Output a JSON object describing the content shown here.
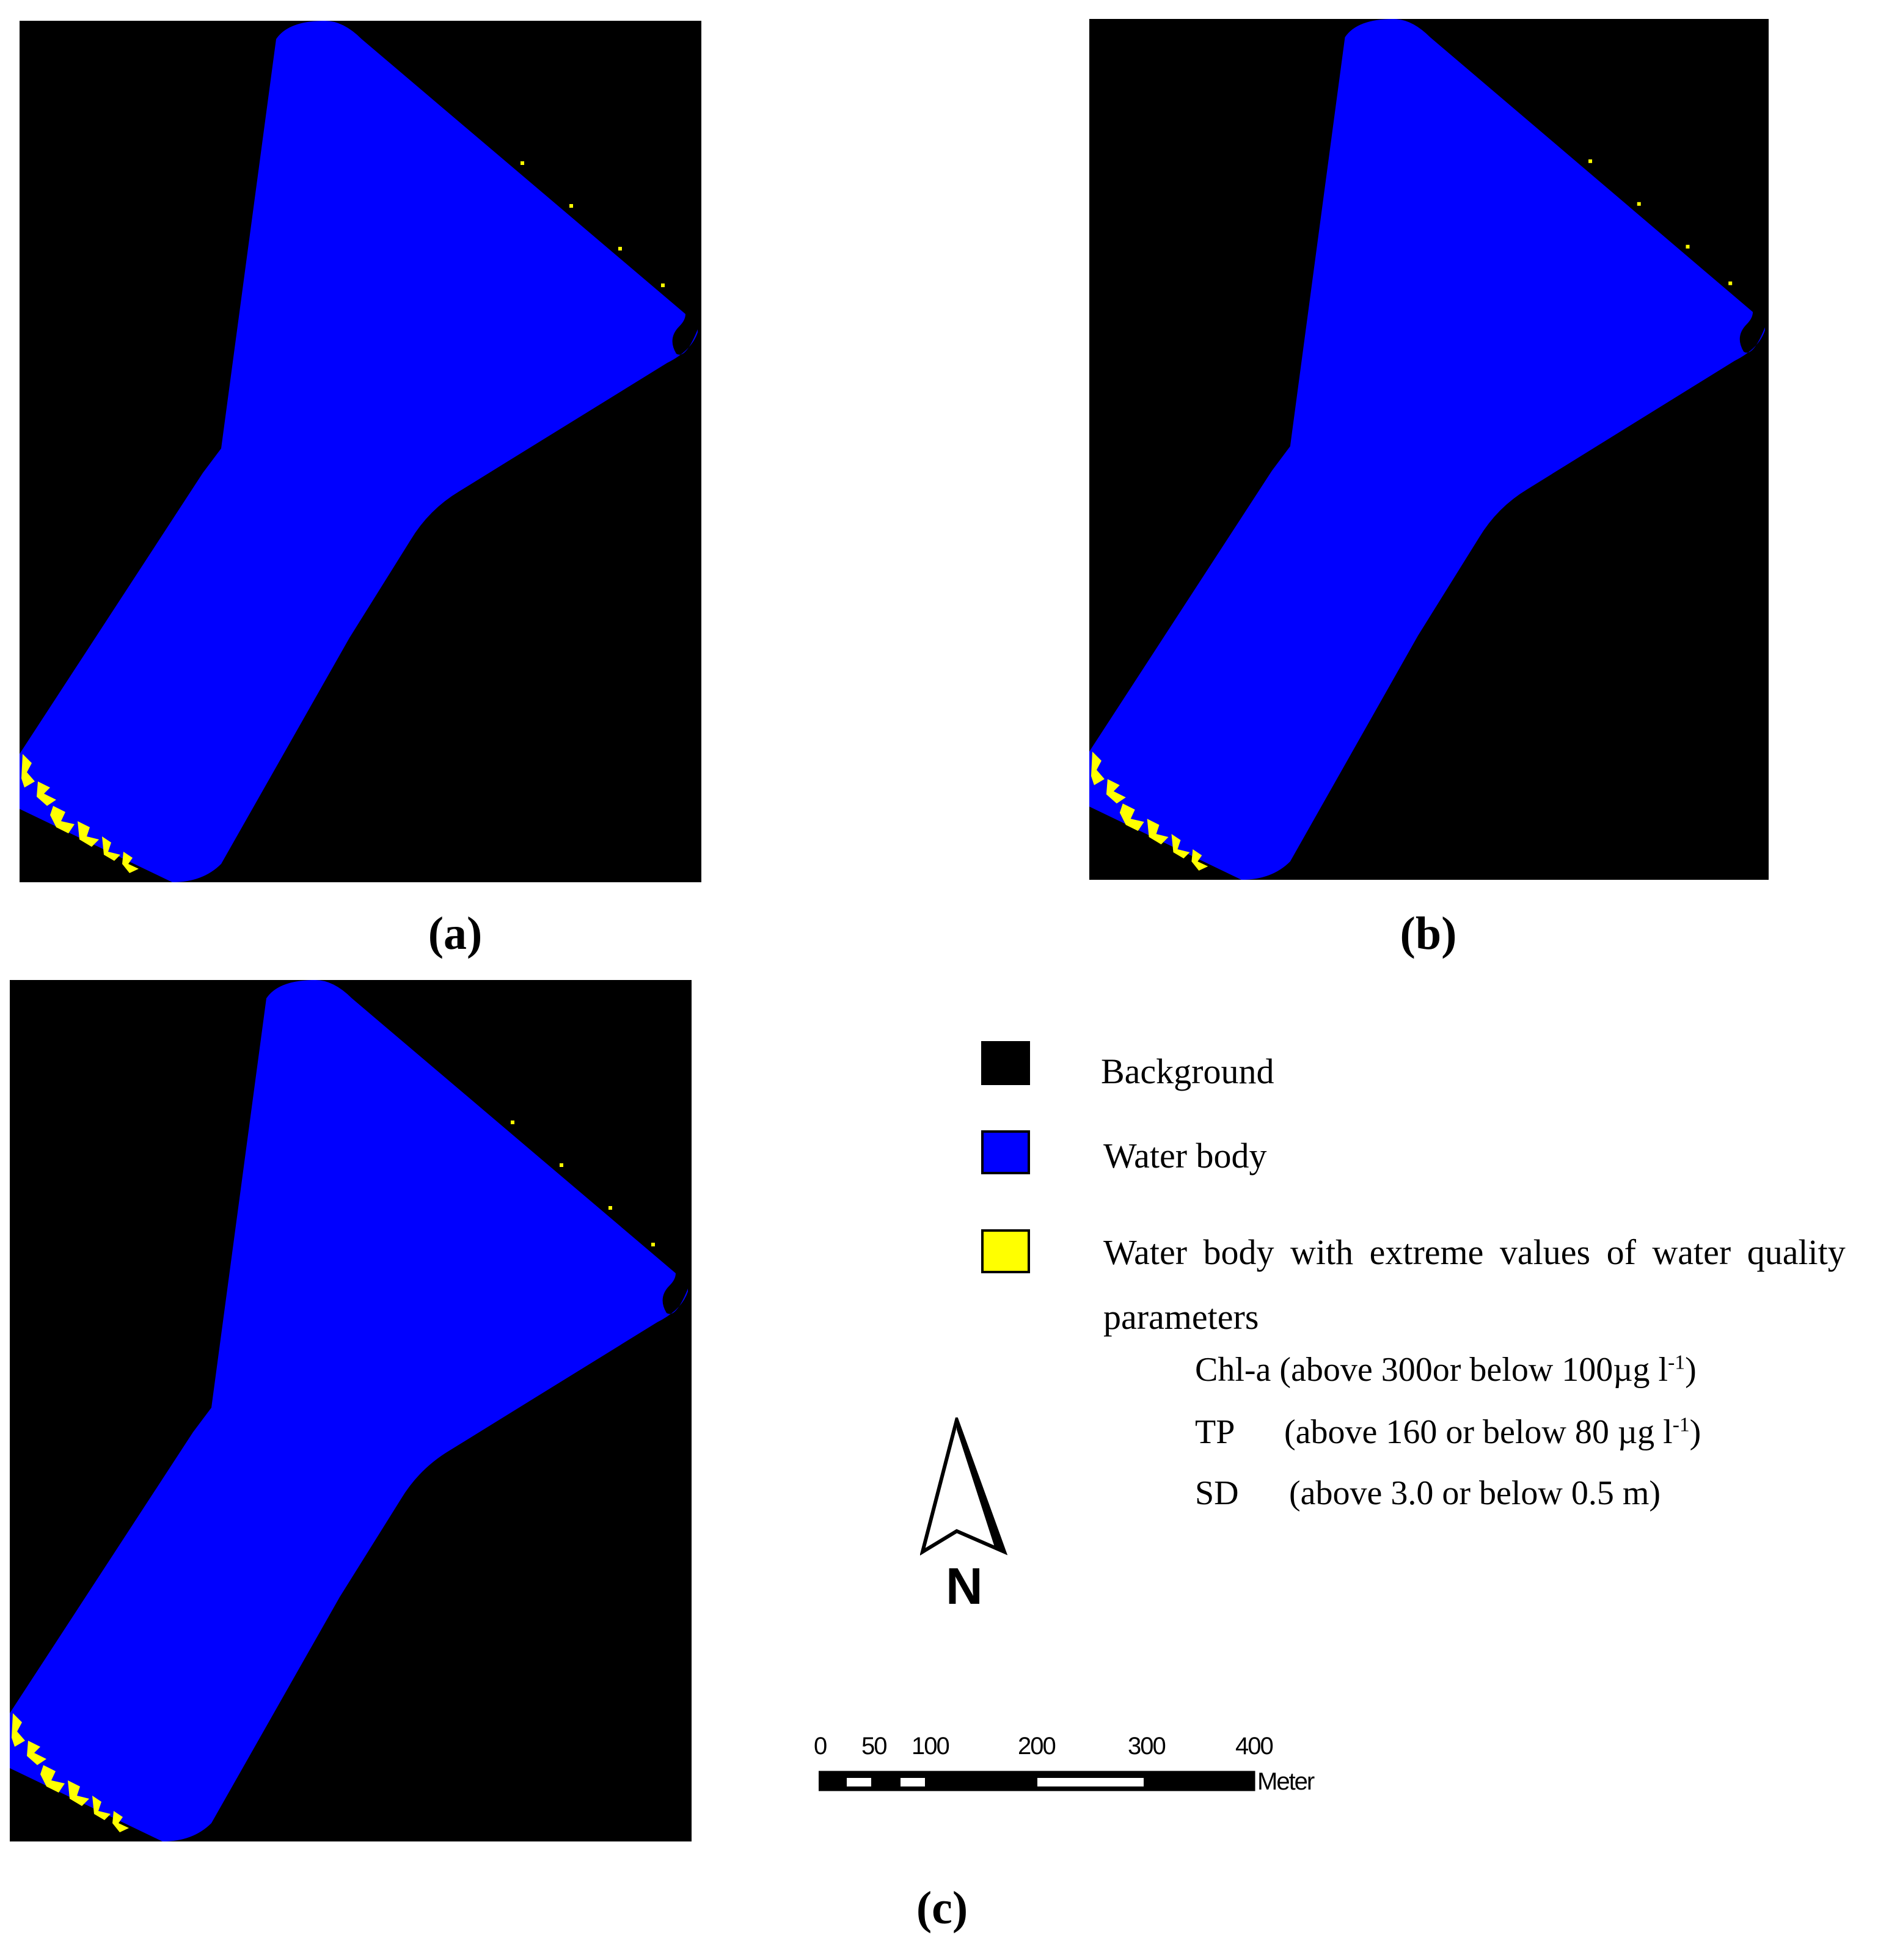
{
  "panels": [
    {
      "id": "a",
      "caption": "(a)"
    },
    {
      "id": "b",
      "caption": "(b)"
    },
    {
      "id": "c",
      "caption": "(c)"
    }
  ],
  "legend": {
    "items": [
      {
        "label": "Background",
        "color": "#000000"
      },
      {
        "label": "Water body",
        "color": "#0000ff"
      },
      {
        "label": "Water body with extreme values of water quality",
        "label_cont": "parameters",
        "color": "#ffff00"
      }
    ],
    "parameters": [
      {
        "name": "Chl-a",
        "range": "(above 300or below 100µg l",
        "sup": "-1",
        "tail": ")"
      },
      {
        "name": "TP",
        "range": "(above 160 or below 80 µg l",
        "sup": "-1",
        "tail": ")"
      },
      {
        "name": "SD",
        "range": "(above 3.0 or below 0.5 m)",
        "sup": "",
        "tail": ""
      }
    ]
  },
  "north_arrow": {
    "label": "N"
  },
  "scale_bar": {
    "ticks": [
      "0",
      "50",
      "100",
      "200",
      "300",
      "400"
    ],
    "unit": "Meter"
  },
  "colors": {
    "background": "#000000",
    "water": "#0000ff",
    "extreme": "#ffff00"
  }
}
